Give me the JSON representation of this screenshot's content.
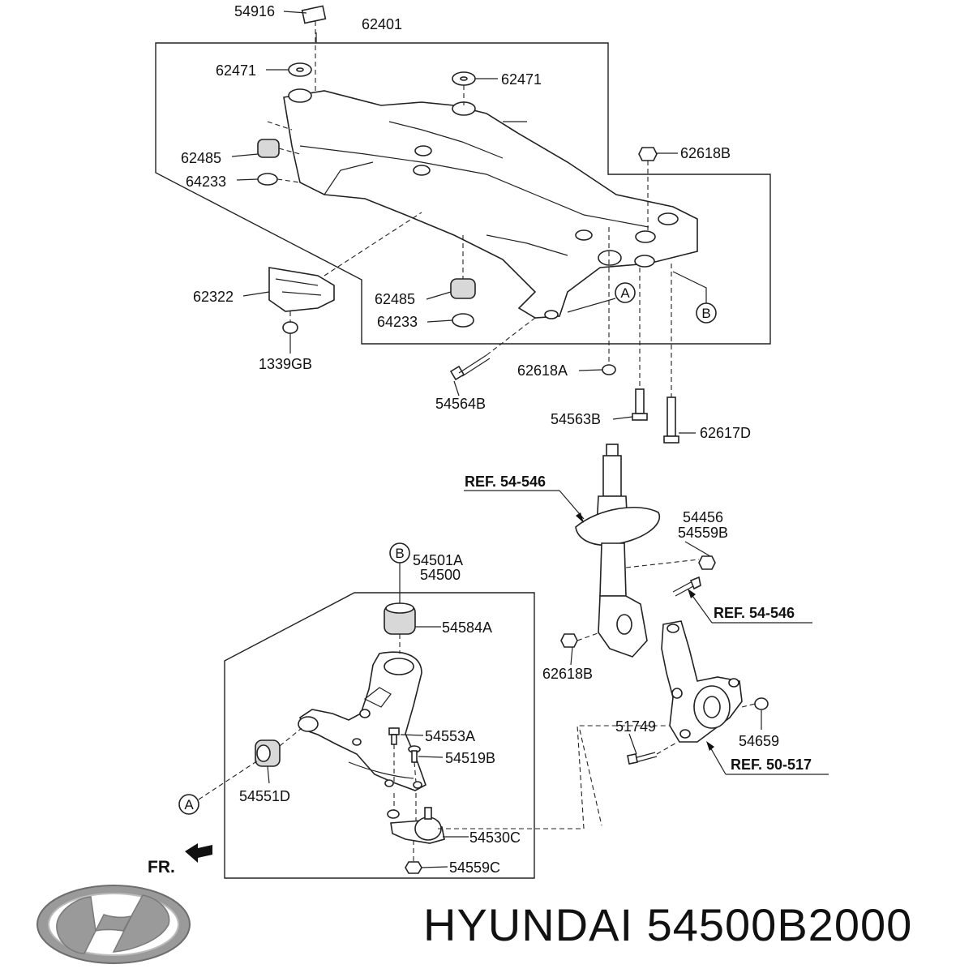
{
  "diagram": {
    "labels": {
      "p54916": "54916",
      "p62401": "62401",
      "p62471_left": "62471",
      "p62471_right": "62471",
      "p62485_upper": "62485",
      "p64233_upper": "64233",
      "p62618B_upper": "62618B",
      "p62322": "62322",
      "p1339GB": "1339GB",
      "p62485_lower": "62485",
      "p64233_lower": "64233",
      "p62618A": "62618A",
      "p54564B": "54564B",
      "p54563B": "54563B",
      "p62617D": "62617D",
      "p54456": "54456",
      "p54559B": "54559B",
      "p54501A": "54501A",
      "p54500": "54500",
      "p54584A": "54584A",
      "p62618B_lower": "62618B",
      "p51749": "51749",
      "p54659": "54659",
      "p54553A": "54553A",
      "p54519B": "54519B",
      "p54551D": "54551D",
      "p54530C": "54530C",
      "p54559C": "54559C"
    },
    "refs": {
      "ref_strut_top": "REF. 54-546",
      "ref_strut_side": "REF. 54-546",
      "ref_knuckle": "REF. 50-517"
    },
    "callouts": {
      "a_upper": "A",
      "b_upper": "B",
      "b_lower": "B",
      "a_lower": "A"
    },
    "front_indicator": "FR."
  },
  "caption": {
    "brand": "HYUNDAI",
    "part_number": "54500B2000"
  },
  "colors": {
    "line": "#222222",
    "part_fill": "#ffffff",
    "shade": "#d8d8d8"
  }
}
